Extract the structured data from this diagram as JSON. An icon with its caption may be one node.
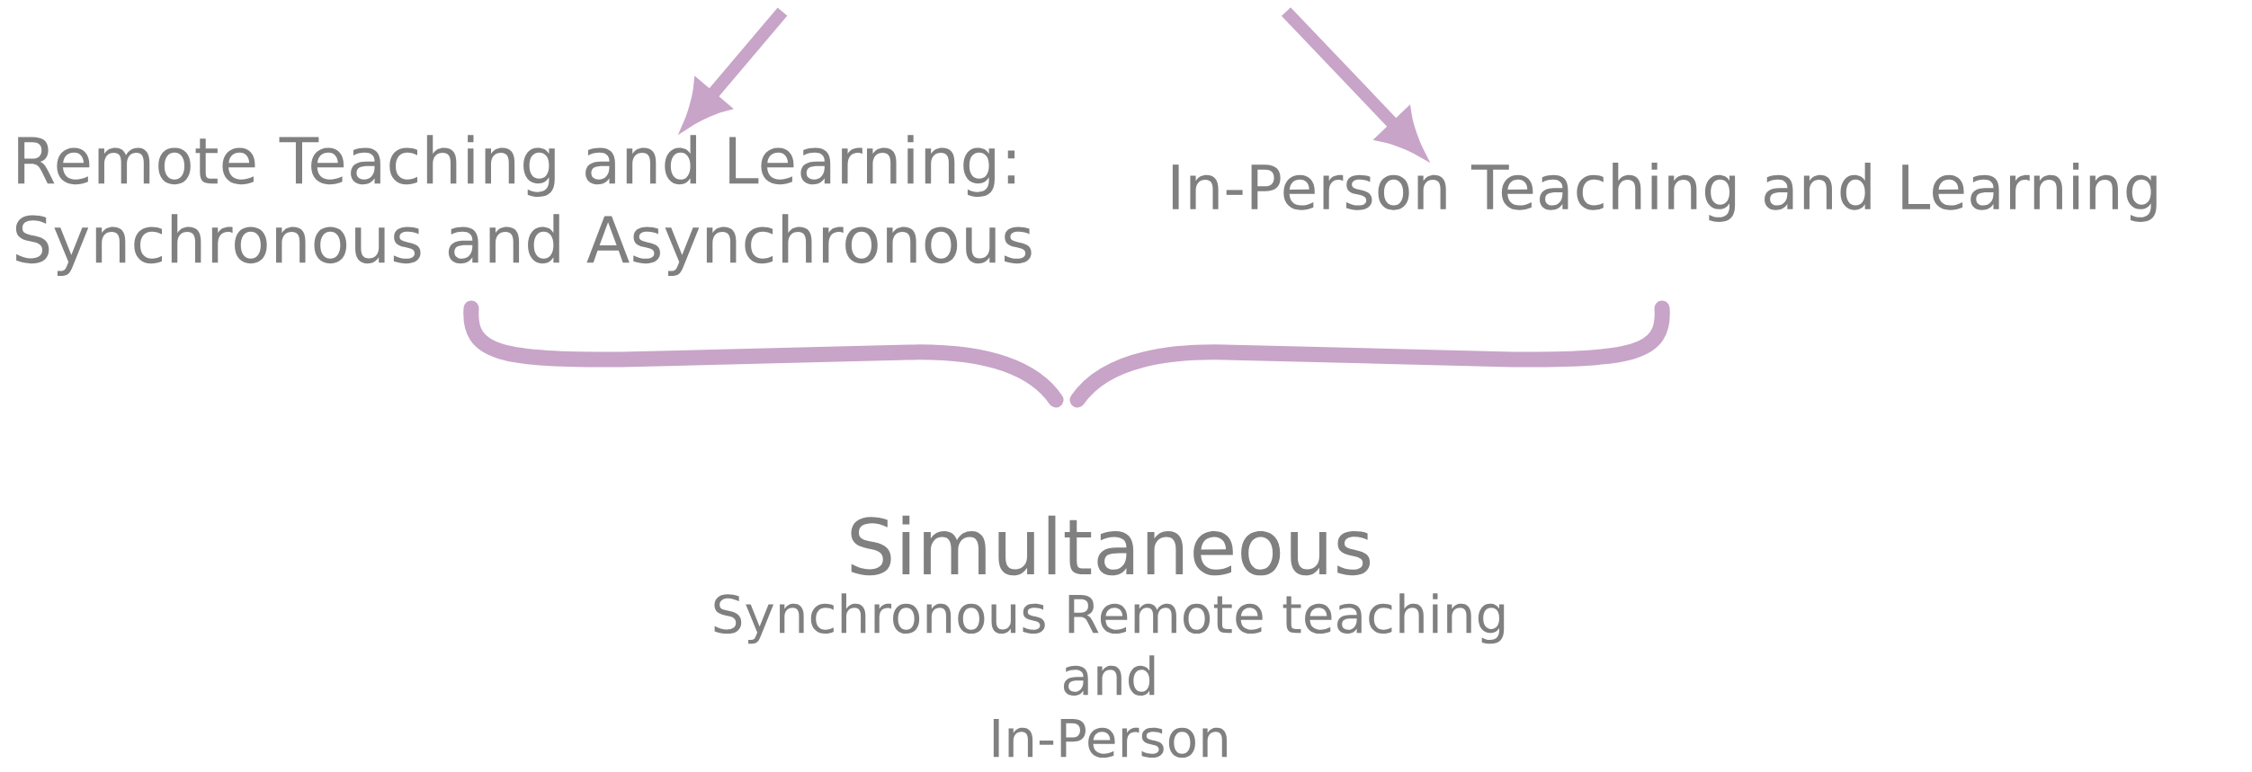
{
  "diagram": {
    "nodes": [
      {
        "text": [
          "Remote Teaching and Learning: Synchronous and Asynchronous"
        ]
      },
      {
        "text": [
          "In-Person Teaching and Learning"
        ]
      }
    ],
    "edges": [
      {
        "from": null,
        "to": 0,
        "arrow": "to"
      },
      {
        "from": null,
        "to": 1,
        "arrow": "to"
      }
    ],
    "labels": [
      "Simultaneous",
      "Synchronous Remote teaching and In-Person"
    ]
  }
}
